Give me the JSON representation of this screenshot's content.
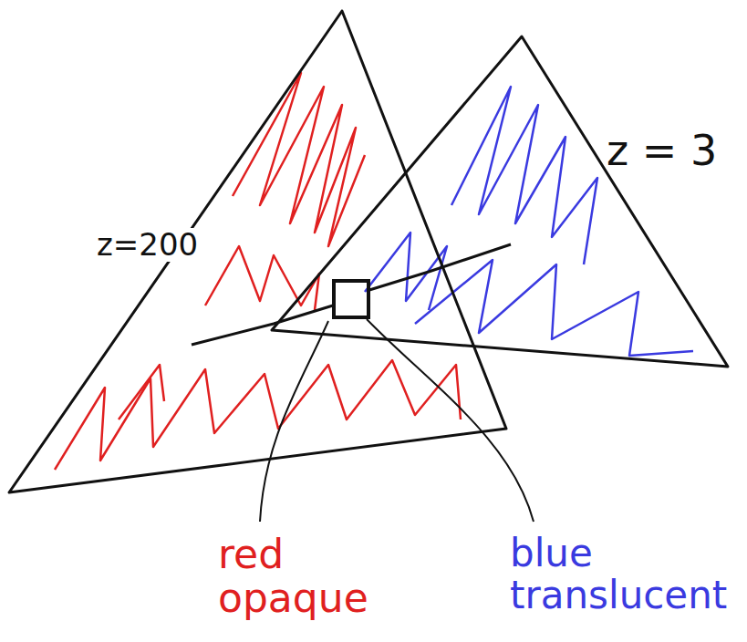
{
  "diagram": {
    "labels": [
      "z=200",
      "z = 3",
      "red opaque",
      "blue translucent"
    ]
  }
}
